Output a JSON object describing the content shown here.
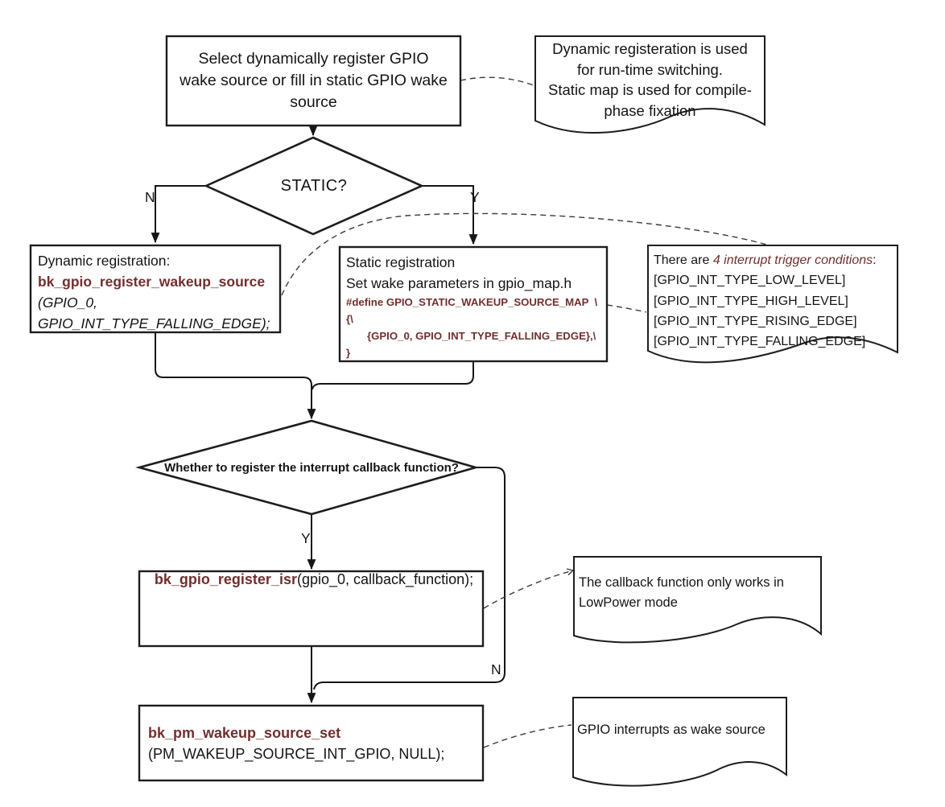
{
  "colors": {
    "ink": "#141414",
    "maroon": "#712f2f",
    "line": "#151515",
    "dashed": "#3a3a3a"
  },
  "start_box": {
    "text": "Select dynamically register GPIO wake source or fill in static GPIO wake source"
  },
  "note_registration": {
    "lines": [
      "Dynamic registeration is used",
      "for run-time switching.",
      "Static map is used for compile-",
      "phase fixation"
    ]
  },
  "decision_static": {
    "label": "STATIC?",
    "no": "N",
    "yes": "Y"
  },
  "box_dynamic": {
    "line1": "Dynamic registration:",
    "func": "bk_gpio_register_wakeup_source",
    "line3": "(GPIO_0,",
    "line4": "GPIO_INT_TYPE_FALLING_EDGE);"
  },
  "box_static": {
    "line1": "Static registration",
    "line2": "Set wake parameters in gpio_map.h",
    "code1": "#define GPIO_STATIC_WAKEUP_SOURCE_MAP  \\",
    "code2": "{\\",
    "code3": "{GPIO_0, GPIO_INT_TYPE_FALLING_EDGE},\\",
    "code4": "}"
  },
  "note_trigger": {
    "prefix": "There are ",
    "em": "4 interrupt trigger conditions",
    "suffix": ":",
    "items": [
      "[GPIO_INT_TYPE_LOW_LEVEL]",
      "[GPIO_INT_TYPE_HIGH_LEVEL]",
      "[GPIO_INT_TYPE_RISING_EDGE]",
      "[GPIO_INT_TYPE_FALLING_EDGE]"
    ]
  },
  "decision_callback": {
    "label": "Whether to register the interrupt callback function?",
    "yes": "Y",
    "no": "N"
  },
  "box_isr": {
    "func": "bk_gpio_register_isr",
    "args": "(gpio_0, callback_function);"
  },
  "note_callback": {
    "text": "The callback function only works in LowPower mode"
  },
  "box_pm": {
    "func": "bk_pm_wakeup_source_set",
    "args": "(PM_WAKEUP_SOURCE_INT_GPIO, NULL);"
  },
  "note_wake": {
    "text": "GPIO interrupts as wake source"
  }
}
